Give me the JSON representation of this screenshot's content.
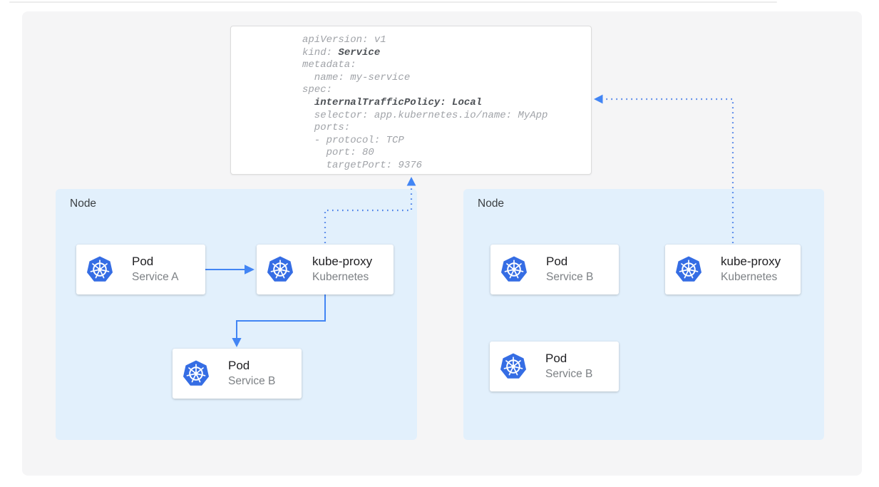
{
  "colors": {
    "arrow_blue": "#4285f4",
    "node_background": "#e2f0fc",
    "kubernetes_icon_blue": "#356de4",
    "canvas_background": "#f5f5f6",
    "yaml_normal_text": "#a0a3a8",
    "yaml_bold_text": "#4d5156"
  },
  "icons": {
    "kubernetes": "kubernetes-helm-wheel"
  },
  "yaml_card": {
    "lines": [
      [
        {
          "t": "apiVersion: v1",
          "b": false
        }
      ],
      [
        {
          "t": "kind: ",
          "b": false
        },
        {
          "t": "Service",
          "b": true
        }
      ],
      [
        {
          "t": "metadata:",
          "b": false
        }
      ],
      [
        {
          "t": "  name: my-service",
          "b": false
        }
      ],
      [
        {
          "t": "spec:",
          "b": false
        }
      ],
      [
        {
          "t": "  ",
          "b": false
        },
        {
          "t": "internalTrafficPolicy: Local",
          "b": true
        }
      ],
      [
        {
          "t": "  selector: app.kubernetes.io/name: MyApp",
          "b": false
        }
      ],
      [
        {
          "t": "  ports:",
          "b": false
        }
      ],
      [
        {
          "t": "  - protocol: TCP",
          "b": false
        }
      ],
      [
        {
          "t": "    port: 80",
          "b": false
        }
      ],
      [
        {
          "t": "    targetPort: 9376",
          "b": false
        }
      ]
    ]
  },
  "nodes": [
    {
      "label": "Node",
      "cards": [
        {
          "title": "Pod",
          "subtitle": "Service A"
        },
        {
          "title": "kube-proxy",
          "subtitle": "Kubernetes"
        },
        {
          "title": "Pod",
          "subtitle": "Service B"
        }
      ]
    },
    {
      "label": "Node",
      "cards": [
        {
          "title": "Pod",
          "subtitle": "Service B"
        },
        {
          "title": "kube-proxy",
          "subtitle": "Kubernetes"
        },
        {
          "title": "Pod",
          "subtitle": "Service B"
        }
      ]
    }
  ]
}
